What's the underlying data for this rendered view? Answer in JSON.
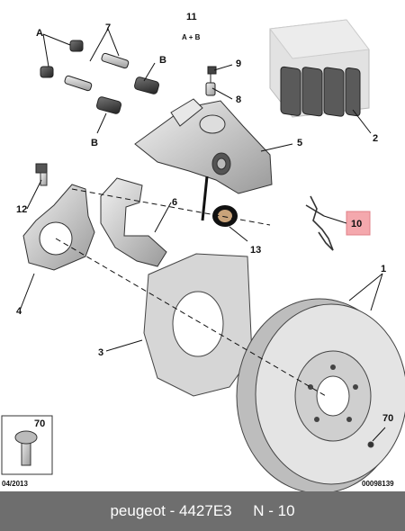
{
  "callouts": {
    "c1": "1",
    "c2": "2",
    "c4": "4",
    "c5": "5",
    "c6": "6",
    "c7": "7",
    "c8": "8",
    "c9": "9",
    "c10": "10",
    "c11": "11",
    "c11_sub": "A + B",
    "c12": "12",
    "c13": "13",
    "c3": "3",
    "c70a": "70",
    "c70b": "70",
    "cA": "A",
    "cB1": "B",
    "cB2": "B"
  },
  "corner": {
    "date": "04/2013",
    "ref": "00098139"
  },
  "footer": {
    "text": "peugeot - 4427E3     N - 10"
  },
  "colors": {
    "highlight": "#f4a8ad",
    "footer_bg": "#6e6e6e"
  }
}
